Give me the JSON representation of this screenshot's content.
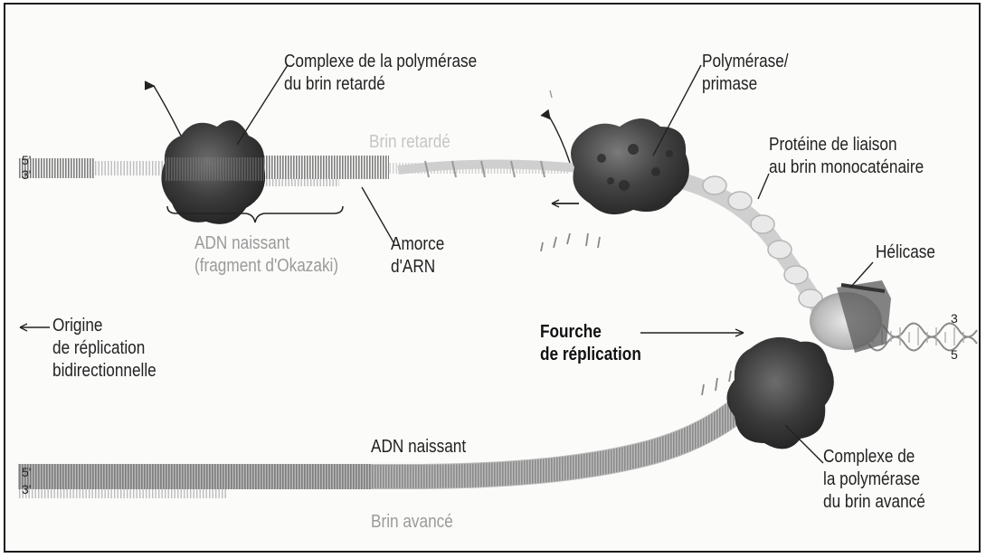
{
  "labels": {
    "lagging_complex": [
      "Complexe de la polymérase",
      "du brin retardé"
    ],
    "polymerase_primase": [
      "Polymérase/",
      "primase"
    ],
    "ssb": [
      "Protéine de liaison",
      "au brin monocaténaire"
    ],
    "helicase": "Hélicase",
    "nascent_dna_top": [
      "ADN naissant",
      "(fragment d'Okazaki)"
    ],
    "primer": [
      "Amorce",
      "d'ARN"
    ],
    "origin": [
      "Origine",
      "de réplication",
      "bidirectionnelle"
    ],
    "fork": [
      "Fourche",
      "de réplication"
    ],
    "nascent_dna_bottom": "ADN naissant",
    "leading_strand": "Brin avancé",
    "lagging_strand_faint": "Brin retardé",
    "leading_complex": [
      "Complexe de",
      "la polymérase",
      "du brin avancé"
    ]
  },
  "strand_ends": {
    "top_left": [
      "5'",
      "3'"
    ],
    "bottom_left": [
      "5'",
      "3'"
    ],
    "right": [
      "3",
      "5"
    ]
  },
  "colors": {
    "ink": "#222222",
    "protein_dark": "#3a3a3a",
    "dna_grey": "#8a8a8a",
    "dna_light": "#c8c8c8"
  }
}
